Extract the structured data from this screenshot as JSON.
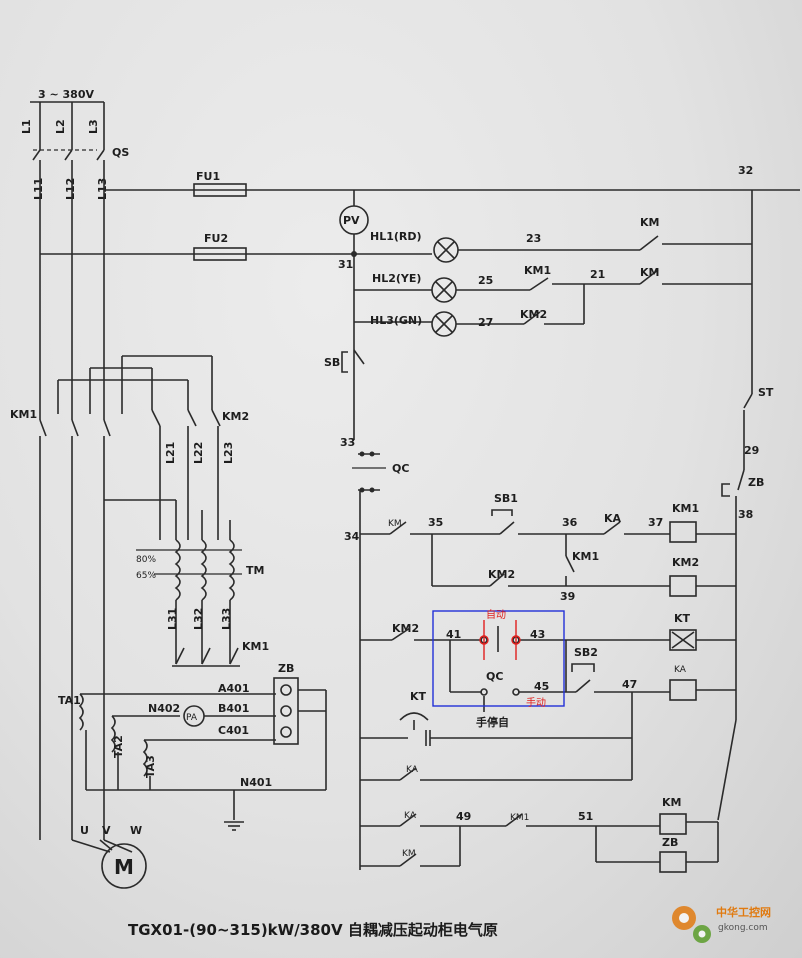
{
  "supply": "3 ~ 380V",
  "phases": [
    "L1",
    "L2",
    "L3"
  ],
  "lines": [
    "L11",
    "L12",
    "L13"
  ],
  "qs": "QS",
  "fu1": "FU1",
  "fu2": "FU2",
  "pv": "PV",
  "node31": "31",
  "node32": "32",
  "lamps": [
    {
      "label": "HL1(RD)",
      "node": "23"
    },
    {
      "label": "HL2(YE)",
      "node": "25"
    },
    {
      "label": "HL3(GN)",
      "node": "27"
    }
  ],
  "km": "KM",
  "km1": "KM1",
  "km2": "KM2",
  "node21": "21",
  "sb": "SB",
  "node33": "33",
  "qc": "QC",
  "node34": "34",
  "node35": "35",
  "node36": "36",
  "node37": "37",
  "node38": "38",
  "node39": "39",
  "node41": "41",
  "node43": "43",
  "node45": "45",
  "node47": "47",
  "node49": "49",
  "node51": "51",
  "node29": "29",
  "sb1": "SB1",
  "sb2": "SB2",
  "ka": "KA",
  "kt": "KT",
  "st": "ST",
  "zb": "ZB",
  "tm": "TM",
  "tap80": "80%",
  "tap65": "65%",
  "lines2": [
    "L21",
    "L22",
    "L23"
  ],
  "lines3": [
    "L31",
    "L32",
    "L33"
  ],
  "ta": [
    "TA1",
    "TA2",
    "TA3"
  ],
  "n402": "N402",
  "pa": "PA",
  "zb_terms": [
    "A401",
    "B401",
    "C401"
  ],
  "n401": "N401",
  "uvw": [
    "U",
    "V",
    "W"
  ],
  "motor": "M",
  "auto_label": "自动",
  "manual_label": "手动",
  "selector": "手停自",
  "title": "TGX01-(90~315)kW/380V 自耦减压起动柜电气原",
  "watermark": {
    "line1": "中华工控网",
    "line2": "gkong.com"
  },
  "colors": {
    "wire": "#2b2b2b",
    "annotation": "#e0201e",
    "box": "#2230d8",
    "logo": "#e07a10"
  }
}
